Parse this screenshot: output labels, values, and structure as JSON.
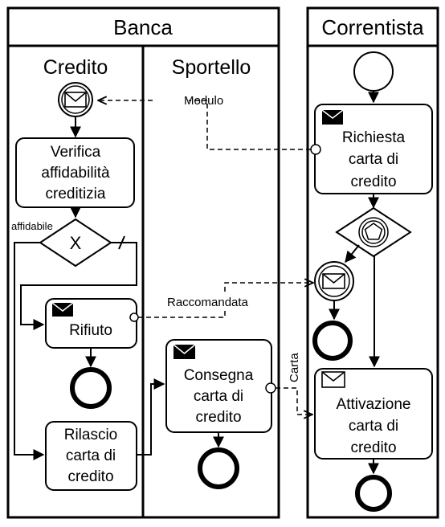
{
  "pools": {
    "bank": {
      "title": "Banca"
    },
    "customer": {
      "title": "Correntista"
    }
  },
  "lanes": {
    "credit": "Credito",
    "counter": "Sportello"
  },
  "tasks": {
    "verify": [
      "Verifica",
      "affidabilità",
      "creditizia"
    ],
    "reject": [
      "Rifiuto"
    ],
    "issue": [
      "Rilascio",
      "carta di",
      "credito"
    ],
    "deliver": [
      "Consegna",
      "carta di",
      "credito"
    ],
    "request": [
      "Richiesta",
      "carta di",
      "credito"
    ],
    "activate": [
      "Attivazione",
      "carta di",
      "credito"
    ]
  },
  "gateway": {
    "marker": "X",
    "label": "affidabile"
  },
  "message_flows": {
    "modulo": "Modulo",
    "raccomandata": "Raccomandata",
    "carta": "Carta"
  }
}
